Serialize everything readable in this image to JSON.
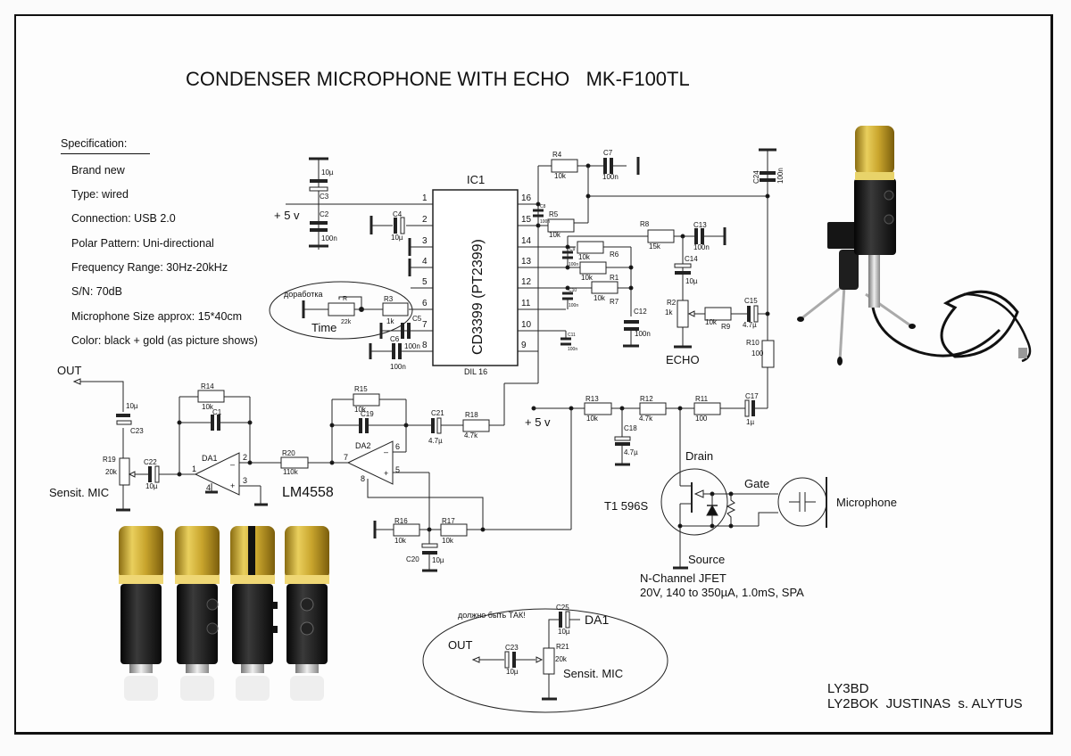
{
  "title": "CONDENSER MICROPHONE WITH ECHO   MK-F100TL",
  "specification": {
    "heading": "Specification:",
    "items": [
      "Brand new",
      "Type: wired",
      "Connection: USB 2.0",
      "Polar Pattern: Uni-directional",
      "Frequency Range: 30Hz-20kHz",
      "S/N: 70dB",
      "Microphone Size approx: 15*40cm",
      "Color: black + gold (as picture shows)"
    ]
  },
  "ic1": {
    "ref": "IC1",
    "part": "CD3399 (PT2399)",
    "package": "DIL 16",
    "pins_left": [
      "1",
      "2",
      "3",
      "4",
      "5",
      "6",
      "7",
      "8"
    ],
    "pins_right": [
      "16",
      "15",
      "14",
      "13",
      "12",
      "11",
      "10",
      "9"
    ]
  },
  "supply": {
    "label": "+ 5 v"
  },
  "components": {
    "C3": {
      "ref": "C3",
      "value": "10µ"
    },
    "C2": {
      "ref": "C2",
      "value": "100n"
    },
    "C4": {
      "ref": "C4",
      "value": "10µ"
    },
    "C5": {
      "ref": "C5",
      "value": "100n"
    },
    "C6": {
      "ref": "C6",
      "value": "100n"
    },
    "R": {
      "ref": "R",
      "value": "22k"
    },
    "R3": {
      "ref": "R3",
      "value": "1k"
    },
    "R4": {
      "ref": "R4",
      "value": "10k"
    },
    "C7": {
      "ref": "C7",
      "value": "100n"
    },
    "C8": {
      "ref": "C8",
      "value": "100n"
    },
    "R5": {
      "ref": "R5",
      "value": "10k"
    },
    "C9": {
      "ref": "C9",
      "value": "100n"
    },
    "R6": {
      "ref": "R6",
      "value": "10k"
    },
    "R1": {
      "ref": "R1",
      "value": "10k"
    },
    "R7": {
      "ref": "R7",
      "value": "10k"
    },
    "C10": {
      "ref": "C10",
      "value": "100n"
    },
    "C11": {
      "ref": "C11",
      "value": "100n"
    },
    "C12": {
      "ref": "C12",
      "value": "100n"
    },
    "R8": {
      "ref": "R8",
      "value": "15k"
    },
    "C13": {
      "ref": "C13",
      "value": "100n"
    },
    "C14": {
      "ref": "C14",
      "value": "10µ"
    },
    "R2": {
      "ref": "R2",
      "value": "1k"
    },
    "R9": {
      "ref": "R9",
      "value": "10k"
    },
    "C15": {
      "ref": "C15",
      "value": "4.7µ"
    },
    "C24": {
      "ref": "C24",
      "value": "100n"
    },
    "R10": {
      "ref": "R10",
      "value": "100"
    },
    "C17": {
      "ref": "C17",
      "value": "1µ"
    },
    "R11": {
      "ref": "R11",
      "value": "100"
    },
    "R12": {
      "ref": "R12",
      "value": "4.7k"
    },
    "R13": {
      "ref": "R13",
      "value": "10k"
    },
    "C18": {
      "ref": "C18",
      "value": "4.7µ"
    },
    "R14": {
      "ref": "R14",
      "value": "10k"
    },
    "C1": {
      "ref": "C1",
      "value": ""
    },
    "C23": {
      "ref": "C23",
      "value": "10µ"
    },
    "R19": {
      "ref": "R19",
      "value": "20k"
    },
    "C22": {
      "ref": "C22",
      "value": "10µ"
    },
    "R20": {
      "ref": "R20",
      "value": "110k"
    },
    "R15": {
      "ref": "R15",
      "value": "10k"
    },
    "C19": {
      "ref": "C19",
      "value": ""
    },
    "C21": {
      "ref": "C21",
      "value": "4.7µ"
    },
    "R18": {
      "ref": "R18",
      "value": "4.7k"
    },
    "R16": {
      "ref": "R16",
      "value": "10k"
    },
    "R17": {
      "ref": "R17",
      "value": "10k"
    },
    "C20": {
      "ref": "C20",
      "value": "10µ"
    },
    "C25": {
      "ref": "C25",
      "value": "10µ"
    },
    "R21": {
      "ref": "R21",
      "value": "20k"
    },
    "C23b": {
      "ref": "C23",
      "value": "10µ"
    }
  },
  "opamps": {
    "DA1": {
      "ref": "DA1",
      "pins": [
        "1",
        "2",
        "3",
        "4"
      ]
    },
    "DA2": {
      "ref": "DA2",
      "pins": [
        "5",
        "6",
        "7",
        "8"
      ]
    },
    "part": "LM4558"
  },
  "labels": {
    "out": "OUT",
    "sensit_mic": "Sensit. MIC",
    "echo": "ECHO",
    "time_note": "доработка",
    "time": "Time",
    "correct_note": "должно быть ТАК!",
    "da1_ref": "DA1",
    "minus": "–",
    "plus": "+"
  },
  "transistor": {
    "ref": "T1 596S",
    "drain": "Drain",
    "gate": "Gate",
    "source": "Source",
    "type": "N-Channel JFET",
    "specs": "20V, 140 to 350µA, 1.0mS, SPA",
    "mic_label": "Microphone"
  },
  "credits": {
    "line1": "LY3BD",
    "line2": "LY2BOK  JUSTINAS  s. ALYTUS"
  },
  "photos": {
    "stand_mic": "microphone-on-tripod-photo",
    "four_mics": "four-microphones-photo",
    "colors": {
      "gold": "#d4b23a",
      "black": "#1b1b1b",
      "silver": "#b9b9b9"
    }
  }
}
